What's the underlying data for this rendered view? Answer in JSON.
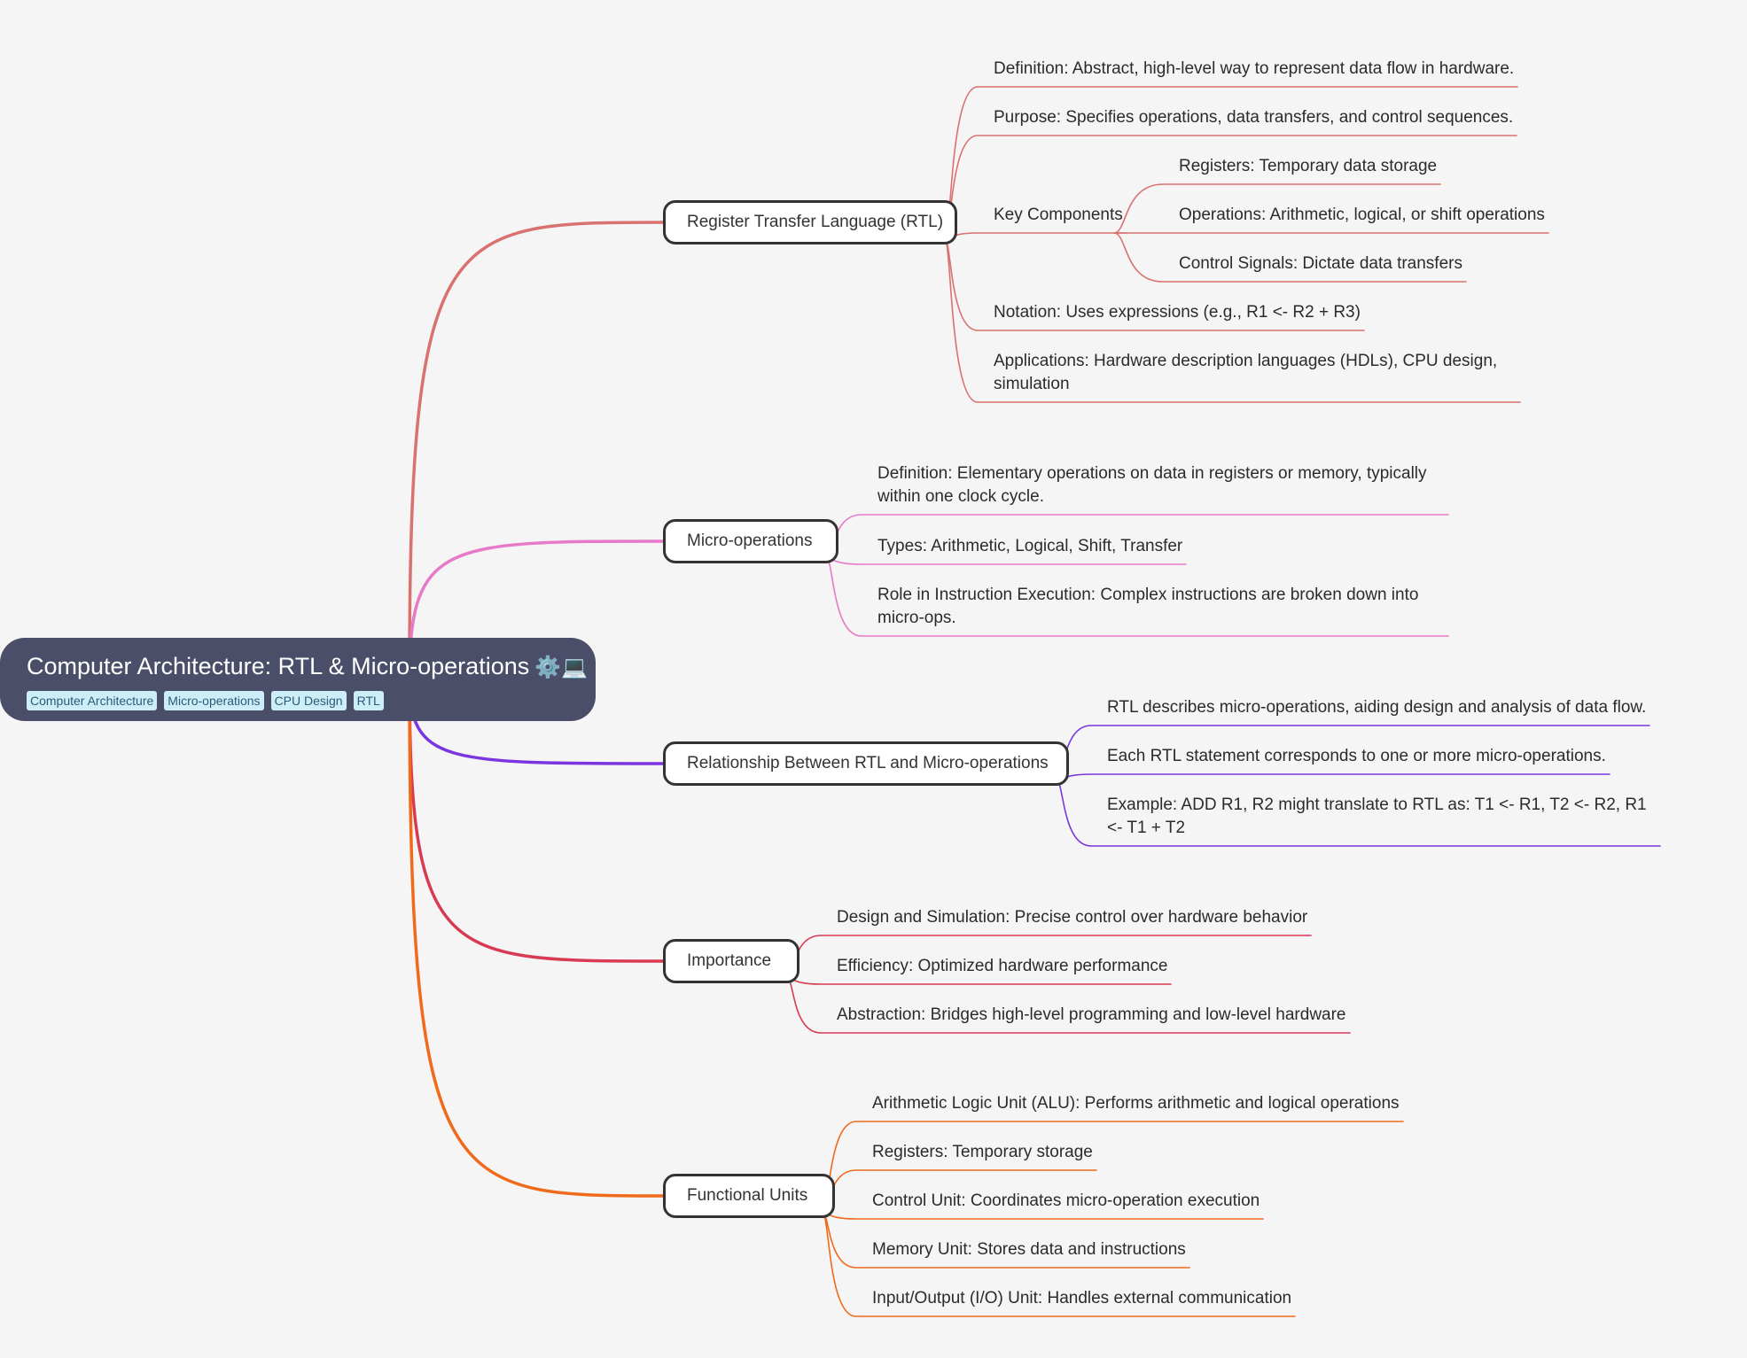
{
  "root": {
    "title": "Computer Architecture: RTL & Micro-operations",
    "icons": "⚙️💻",
    "tags": [
      "Computer Architecture",
      "Micro-operations",
      "CPU Design",
      "RTL"
    ]
  },
  "colors": {
    "background": "#f5f5f5",
    "root": "#4a4e69",
    "rtl": "#d9716f",
    "micro": "#e879c8",
    "relationship": "#7b35e0",
    "importance": "#d83a52",
    "functional": "#f06a1b"
  },
  "branches": [
    {
      "label": "Register Transfer Language (RTL)",
      "color_key": "rtl",
      "children": [
        {
          "text": "Definition: Abstract, high-level way to represent data flow in hardware."
        },
        {
          "text": "Purpose: Specifies operations, data transfers, and control sequences."
        },
        {
          "text": "Key Components",
          "children": [
            {
              "text": "Registers: Temporary data storage"
            },
            {
              "text": "Operations: Arithmetic, logical, or shift operations"
            },
            {
              "text": "Control Signals: Dictate data transfers"
            }
          ]
        },
        {
          "text": "Notation: Uses expressions (e.g., R1 <- R2 + R3)"
        },
        {
          "text": "Applications: Hardware description languages (HDLs), CPU design, simulation"
        }
      ]
    },
    {
      "label": "Micro-operations",
      "color_key": "micro",
      "children": [
        {
          "text": "Definition: Elementary operations on data in registers or memory, typically within one clock cycle."
        },
        {
          "text": "Types: Arithmetic, Logical, Shift, Transfer"
        },
        {
          "text": "Role in Instruction Execution: Complex instructions are broken down into micro-ops."
        }
      ]
    },
    {
      "label": "Relationship Between RTL and Micro-operations",
      "color_key": "relationship",
      "children": [
        {
          "text": "RTL describes micro-operations, aiding design and analysis of data flow."
        },
        {
          "text": "Each RTL statement corresponds to one or more micro-operations."
        },
        {
          "text": "Example: ADD R1, R2 might translate to RTL as: T1 <- R1, T2 <- R2, R1 <- T1 + T2"
        }
      ]
    },
    {
      "label": "Importance",
      "color_key": "importance",
      "children": [
        {
          "text": "Design and Simulation: Precise control over hardware behavior"
        },
        {
          "text": "Efficiency: Optimized hardware performance"
        },
        {
          "text": "Abstraction: Bridges high-level programming and low-level hardware"
        }
      ]
    },
    {
      "label": "Functional Units",
      "color_key": "functional",
      "children": [
        {
          "text": "Arithmetic Logic Unit (ALU): Performs arithmetic and logical operations"
        },
        {
          "text": "Registers: Temporary storage"
        },
        {
          "text": "Control Unit: Coordinates micro-operation execution"
        },
        {
          "text": "Memory Unit: Stores data and instructions"
        },
        {
          "text": "Input/Output (I/O) Unit: Handles external communication"
        }
      ]
    }
  ]
}
